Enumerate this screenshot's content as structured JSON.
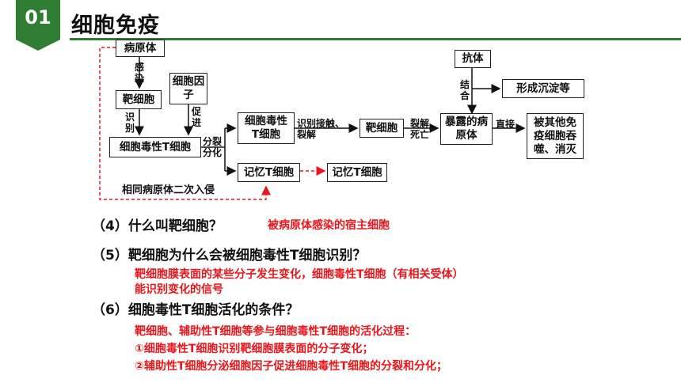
{
  "header": {
    "section_number": "01",
    "title": "细胞免疫",
    "accent_color": "#2e7d32",
    "answer_color": "#e8161b"
  },
  "diagram": {
    "pathogen": "病原体",
    "infect": "感染",
    "target_cell_1": "靶细胞",
    "identify_1": "识别",
    "cytokine": "细胞因子",
    "promote": "促进",
    "cytotoxic_t_1": "细胞毒性T细胞",
    "split_diff": "分裂分化",
    "cytotoxic_t_2": "细胞毒性T细胞",
    "identify_contact": "识别接触、裂解",
    "target_cell_2": "靶细胞",
    "lysis_death": "裂解死亡",
    "exposed_pathogen": "暴露的病原体",
    "antibody": "抗体",
    "combine": "结合",
    "precipitate": "形成沉淀等",
    "direct": "直接",
    "phagocytosis": "被其他免疫细胞吞噬、消灭",
    "memory_t_1": "记忆T细胞",
    "memory_t_2": "记忆T细胞",
    "second_invasion": "相同病原体二次入侵"
  },
  "qa": [
    {
      "question": "（4）什么叫靶细胞？",
      "answer": "被病原体感染的宿主细胞"
    },
    {
      "question": "（5）靶细胞为什么会被细胞毒性T细胞识别？",
      "answer_lines": [
        "靶细胞膜表面的某些分子发生变化，细胞毒性T细胞（有相关受体）",
        "能识别变化的信号"
      ]
    },
    {
      "question": "（6）细胞毒性T细胞活化的条件？",
      "answer_lines": [
        "靶细胞、辅助性T细胞等参与细胞毒性T细胞的活化过程：",
        "①细胞毒性T细胞识别靶细胞膜表面的分子变化；",
        "②辅助性T细胞分泌细胞因子促进细胞毒性T细胞的分裂和分化；"
      ]
    }
  ]
}
